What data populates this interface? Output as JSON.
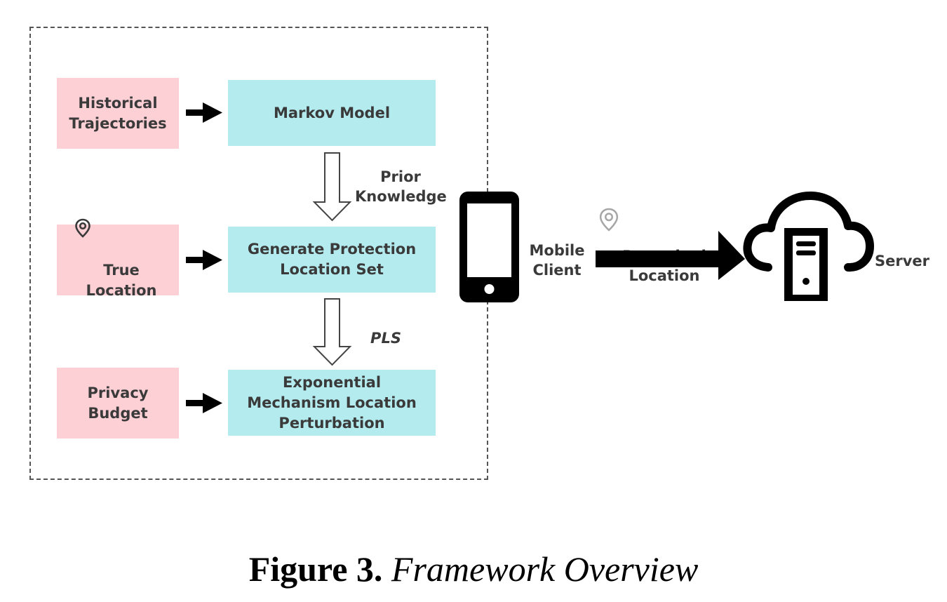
{
  "inputs": {
    "historical_trajectories": "Historical\nTrajectories",
    "true_location": "True\nLocation",
    "privacy_budget": "Privacy\nBudget"
  },
  "processes": {
    "markov_model": "Markov Model",
    "generate_pls": "Generate Protection\nLocation Set",
    "exponential_mechanism": "Exponential\nMechanism Location\nPerturbation"
  },
  "flow_labels": {
    "prior_knowledge": "Prior\nKnowledge",
    "pls": "PLS",
    "perturbed_location": "Perturbed\nLocation"
  },
  "nodes": {
    "mobile_client": "Mobile\nClient",
    "server": "Server"
  },
  "caption": {
    "number": "Figure 3.",
    "title": "Framework Overview"
  },
  "colors": {
    "input_fill": "#fdd0d6",
    "process_fill": "#b4ebef",
    "text": "#3a3a3a",
    "icon": "#000000"
  },
  "icons": [
    "location-pin-icon",
    "mobile-phone-icon",
    "cloud-server-icon"
  ]
}
